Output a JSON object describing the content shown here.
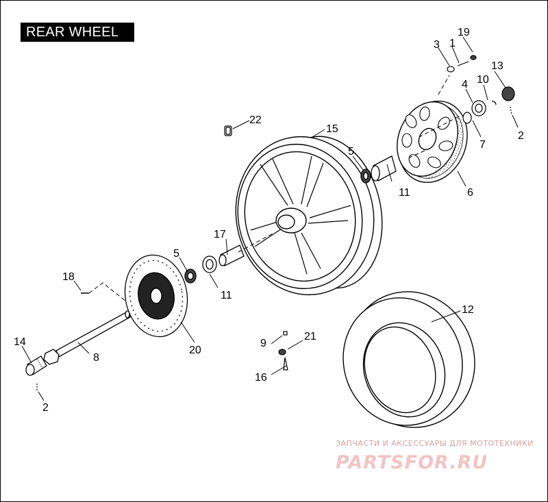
{
  "title": "REAR WHEEL",
  "callouts": [
    "19",
    "3",
    "1",
    "13",
    "10",
    "4",
    "2",
    "7",
    "22",
    "15",
    "5",
    "11",
    "6",
    "17",
    "5",
    "11",
    "18",
    "20",
    "14",
    "8",
    "2",
    "12",
    "9",
    "21",
    "16"
  ],
  "watermark": {
    "line1": "ЗАПЧАСТИ И АКСЕССУАРЫ ДЛЯ МОТОТЕХНИКИ",
    "line2": "PARTSFOR.RU"
  }
}
